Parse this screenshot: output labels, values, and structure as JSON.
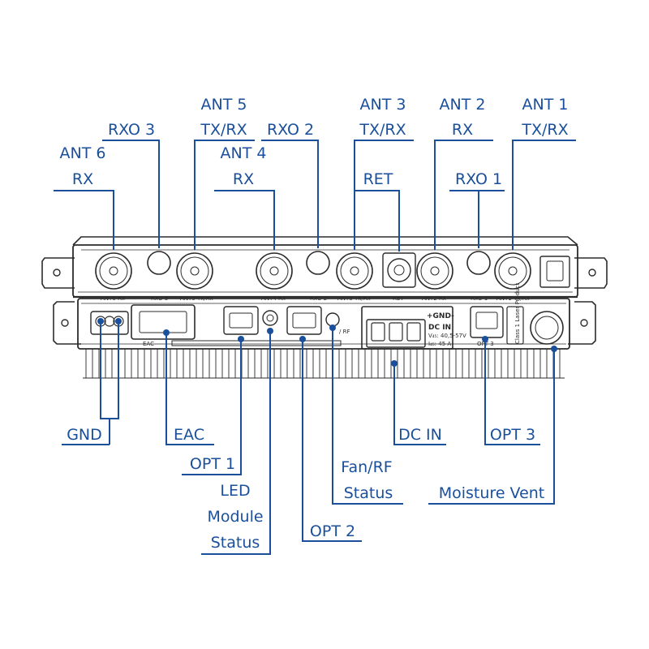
{
  "top_callouts": {
    "ant6": [
      "ANT 6",
      "RX"
    ],
    "rxo3": [
      "RXO 3"
    ],
    "ant5": [
      "ANT 5",
      "TX/RX"
    ],
    "ant4": [
      "ANT 4",
      "RX"
    ],
    "rxo2": [
      "RXO 2"
    ],
    "ant3": [
      "ANT 3",
      "TX/RX"
    ],
    "ret": [
      "RET"
    ],
    "ant2": [
      "ANT 2",
      "RX"
    ],
    "rxo1": [
      "RXO 1"
    ],
    "ant1": [
      "ANT 1",
      "TX/RX"
    ]
  },
  "bottom_callouts": {
    "gnd": [
      "GND"
    ],
    "eac": [
      "EAC"
    ],
    "opt1": [
      "OPT 1"
    ],
    "led": [
      "LED",
      "Module",
      "Status"
    ],
    "opt2": [
      "OPT 2"
    ],
    "fan": [
      "Fan/RF",
      "Status"
    ],
    "dcin": [
      "DC IN"
    ],
    "opt3": [
      "OPT 3"
    ],
    "vent": [
      "Moisture Vent"
    ]
  },
  "device_markings": {
    "port_labels": [
      "ANT6 Rx",
      "RxO 3",
      "ANT5 Tx/Rx",
      "ANT4 Rx",
      "RxO 2",
      "ANT3 Tx/Rx",
      "RET",
      "ANT2 Rx",
      "RxO 1",
      "ANT1 Tx/Rx"
    ],
    "eac": "EAC",
    "fan": "/ RF",
    "dc_header": "+GND-",
    "dc_title": "DC IN",
    "dc_voltage": "V₄₅: 40,5-57V",
    "dc_current": "I₄₅: 45 A",
    "opt3": "OPT 3",
    "product_class": "Class 1 Laser Product"
  },
  "colors": {
    "callout": "#1a4f9c",
    "hardware": "#2b2b2b"
  }
}
